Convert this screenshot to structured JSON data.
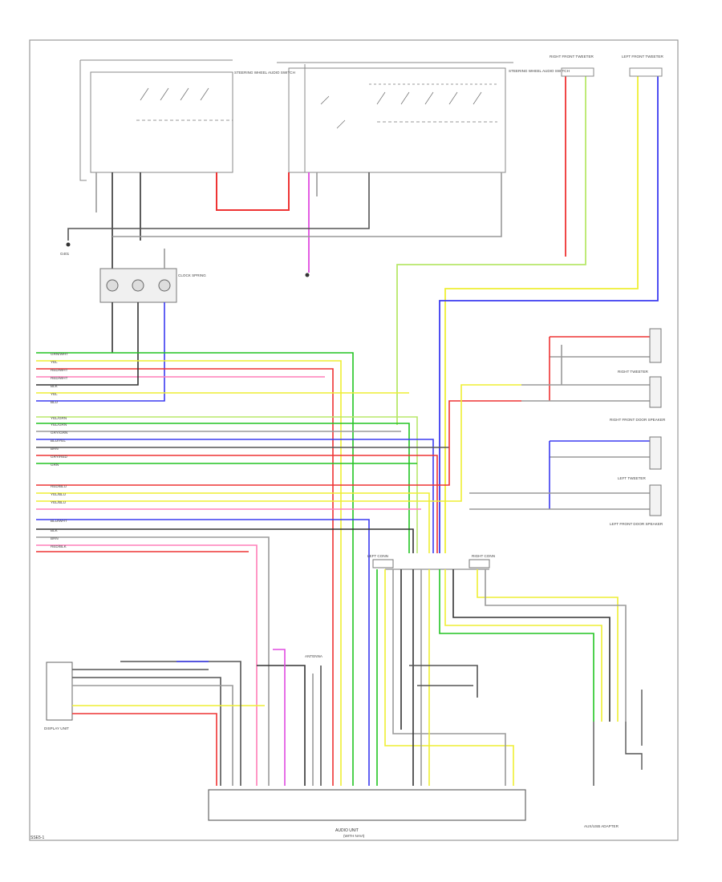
{
  "page_code": "SSE5-1",
  "colors": {
    "green": "#22c422",
    "red": "#ee3333",
    "pink": "#ff7fb8",
    "yellow": "#eeee33",
    "blue": "#3b3bf0",
    "black": "#333333",
    "gray": "#9a9a9a",
    "magenta": "#e04be0",
    "light_green": "#b8e86a"
  },
  "wire_labels_left_group1": [
    "GRN/WHT",
    "YEL",
    "RED/WHT",
    "RED/WHT",
    "BLK",
    "YEL",
    "BLU"
  ],
  "wire_labels_left_group2": [
    "YEL/GRN",
    "YEL/GRN",
    "GRY/GRN",
    "BLU/YEL",
    "BRN",
    "GRY/RED",
    "GRN"
  ],
  "wire_labels_left_group3": [
    "RED/BLU",
    "YEL/BLU",
    "YEL/BLU",
    "BLU/WHT",
    "BLK",
    "BRN",
    "RED/BLK"
  ],
  "components": {
    "steering_switch": "STEERING WHEEL AUDIO SWITCH",
    "steering_switch2": "STEERING WHEEL AUDIO SWITCH",
    "right_front_tweeter": "RIGHT FRONT TWEETER",
    "left_front_tweeter": "LEFT FRONT TWEETER",
    "right_tweeter": "RIGHT TWEETER",
    "right_front_door_speaker": "RIGHT FRONT DOOR SPEAKER",
    "left_tweeter": "LEFT TWEETER",
    "left_front_door_speaker": "LEFT FRONT DOOR SPEAKER",
    "ground": "G401",
    "clock_spring": "CLOCK SPRING",
    "display_unit": "DISPLAY UNIT",
    "audio_unit": "AUDIO UNIT",
    "audio_unit_sub": "(WITH NAVI)",
    "antenna": "ANTENNA",
    "usb_adapter": "AUX/USB ADAPTER",
    "left_connector": "LEFT CONN",
    "right_connector": "RIGHT CONN"
  }
}
